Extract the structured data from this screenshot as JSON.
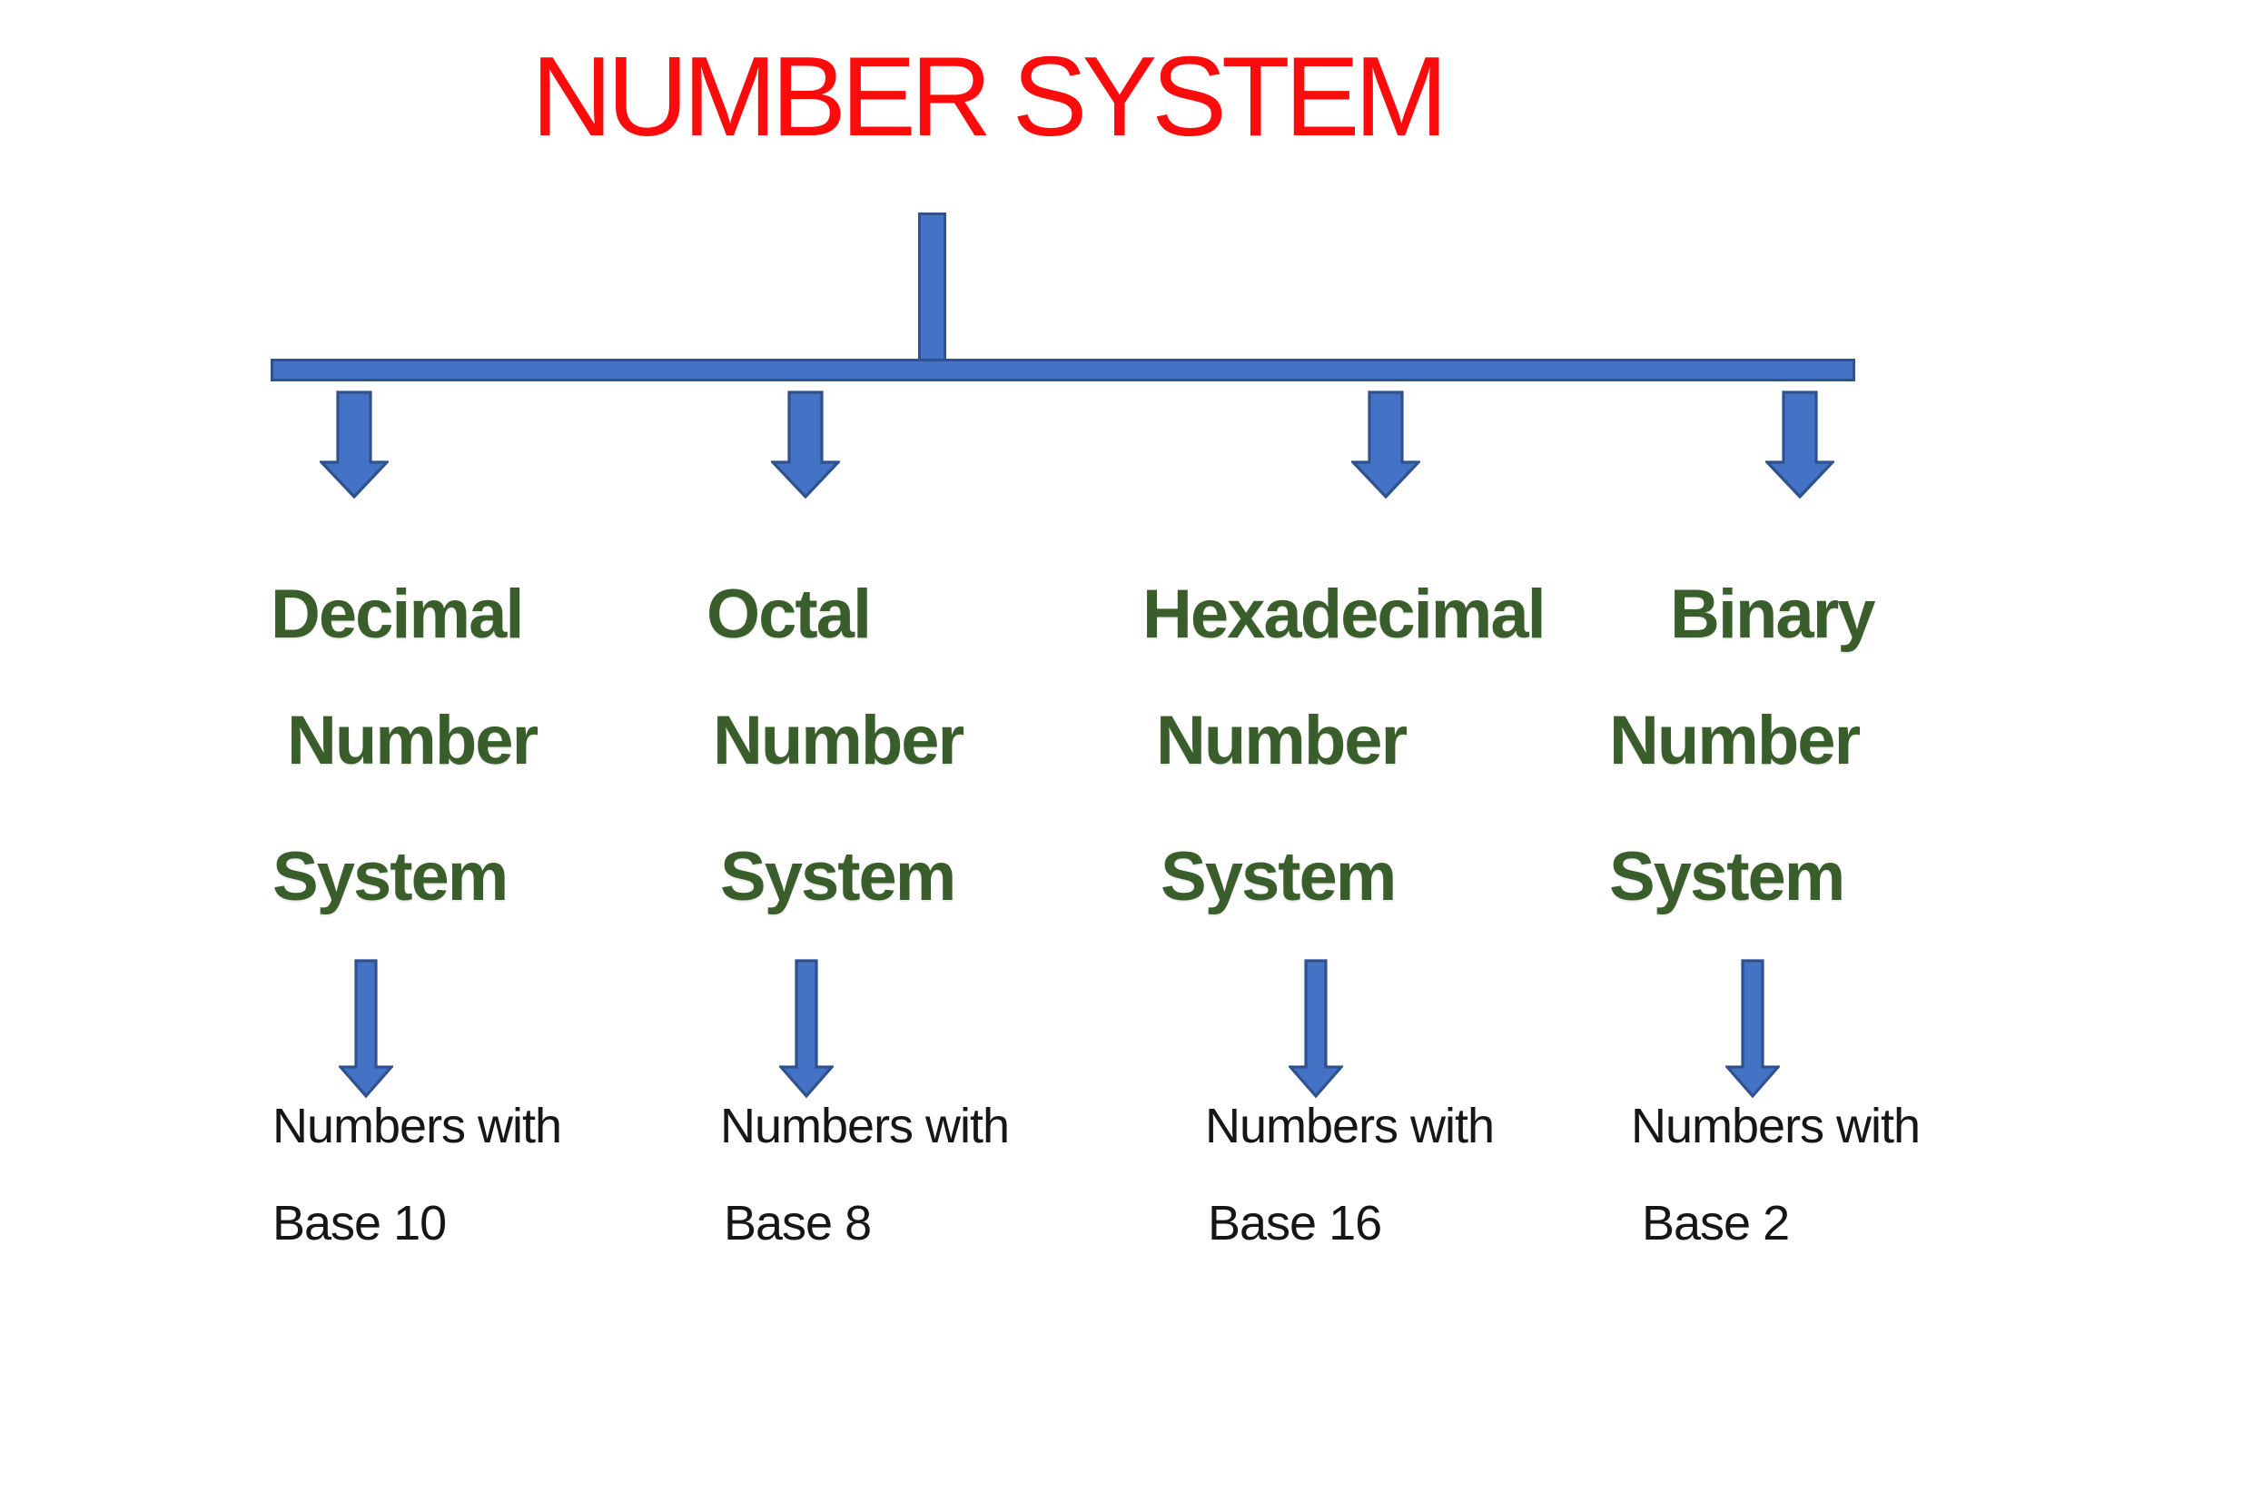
{
  "title": "NUMBER SYSTEM",
  "colors": {
    "background": "#ffffff",
    "title_color": "#fb0b0b",
    "label_color": "#3a5e2b",
    "desc_color": "#161616",
    "connector_fill": "#4472c4",
    "connector_border": "#2f528f"
  },
  "icons": {
    "branch_arrow": "down-block-arrow-icon",
    "sub_arrow": "down-thin-arrow-icon"
  },
  "branches": [
    {
      "label_lines": [
        "Decimal",
        "Number",
        "System"
      ],
      "desc_lines": [
        "Numbers with",
        "Base 10"
      ]
    },
    {
      "label_lines": [
        "Octal",
        "Number",
        "System"
      ],
      "desc_lines": [
        "Numbers with",
        "Base 8"
      ]
    },
    {
      "label_lines": [
        "Hexadecimal",
        "Number",
        "System"
      ],
      "desc_lines": [
        "Numbers with",
        "Base 16"
      ]
    },
    {
      "label_lines": [
        "Binary",
        "Number",
        "System"
      ],
      "desc_lines": [
        "Numbers with",
        "Base 2"
      ]
    }
  ]
}
